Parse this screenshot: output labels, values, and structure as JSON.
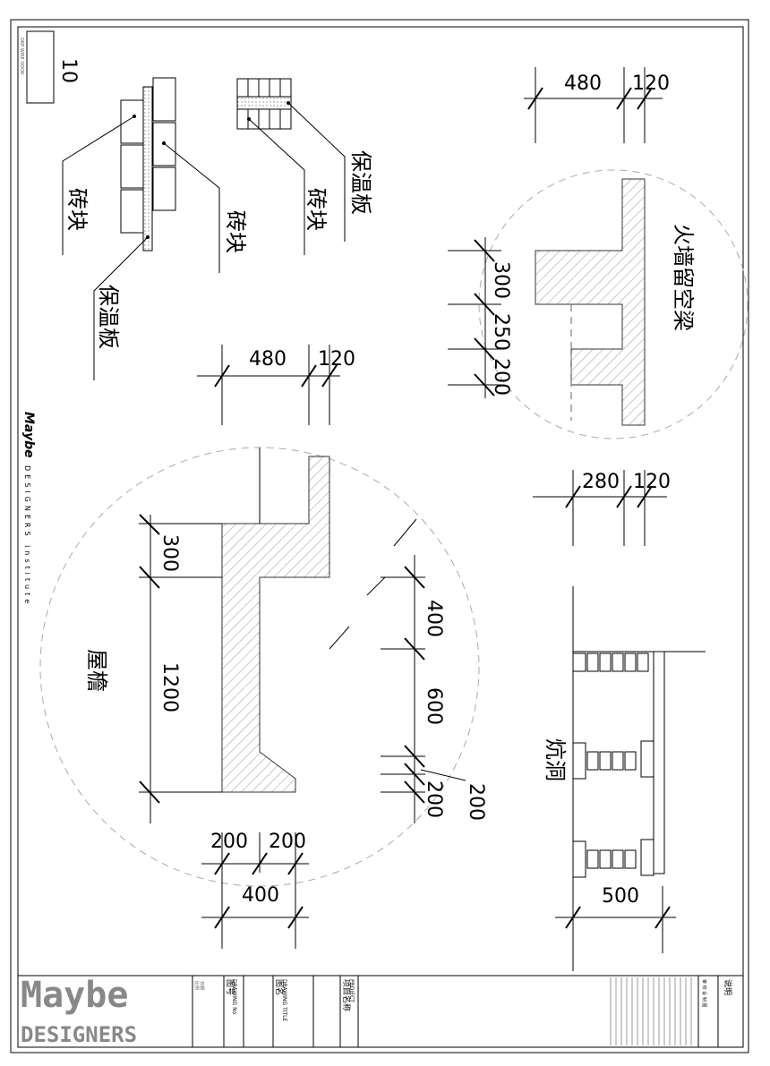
{
  "sheet": {
    "number": "10",
    "stamp_text": "DKP WIRE ODOK",
    "brand_line1": "Maybe",
    "brand_line2": "DESIGNERS",
    "brand_side_main": "Maybe",
    "brand_side_sub": "DESIGNERS institute"
  },
  "title_block": {
    "drawing_no_label": "DRAWING No",
    "drawing_no_cn": "图号",
    "drawing_title_label": "DRAWING TITLE",
    "drawing_title_cn": "图名",
    "project_label": "PROJECT",
    "project_cn": "项目名称",
    "notes_cn": "说明",
    "small_a": "比例",
    "small_b": "日期",
    "signoff": "审 校 设 制 图"
  },
  "labels": {
    "brick_1": "砖块",
    "brick_2": "砖块",
    "brick_3": "砖块",
    "insulation_1": "保温板",
    "insulation_2": "保温板",
    "eave": "屋檐",
    "firewall_beam": "火墙留空梁",
    "kang_cave": "炕洞"
  },
  "dims": {
    "top_right_a": "480",
    "top_right_b": "120",
    "mid_left_a": "480",
    "mid_left_b": "120",
    "fw_v1": "300",
    "fw_v2": "250",
    "fw_v3": "200",
    "eave_v1": "300",
    "eave_v2": "1200",
    "eave_r1": "400",
    "eave_r2": "600",
    "eave_r3": "200",
    "eave_r4": "200",
    "eave_b1": "200",
    "eave_b2": "200",
    "eave_b3": "400",
    "kang_a": "280",
    "kang_b": "120",
    "kang_c": "500"
  }
}
